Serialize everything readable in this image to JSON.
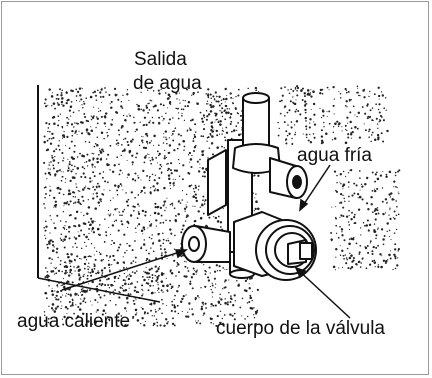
{
  "diagram": {
    "labels": {
      "water_outlet_line1": "Salida",
      "water_outlet_line2": "de agua",
      "cold_water": "agua fría",
      "hot_water": "agua caliente",
      "valve_body": "cuerpo de la válvula"
    },
    "colors": {
      "line": "#111111",
      "fill": "#ffffff",
      "speckle": "#222222",
      "frame": "#9a9a9a"
    }
  }
}
